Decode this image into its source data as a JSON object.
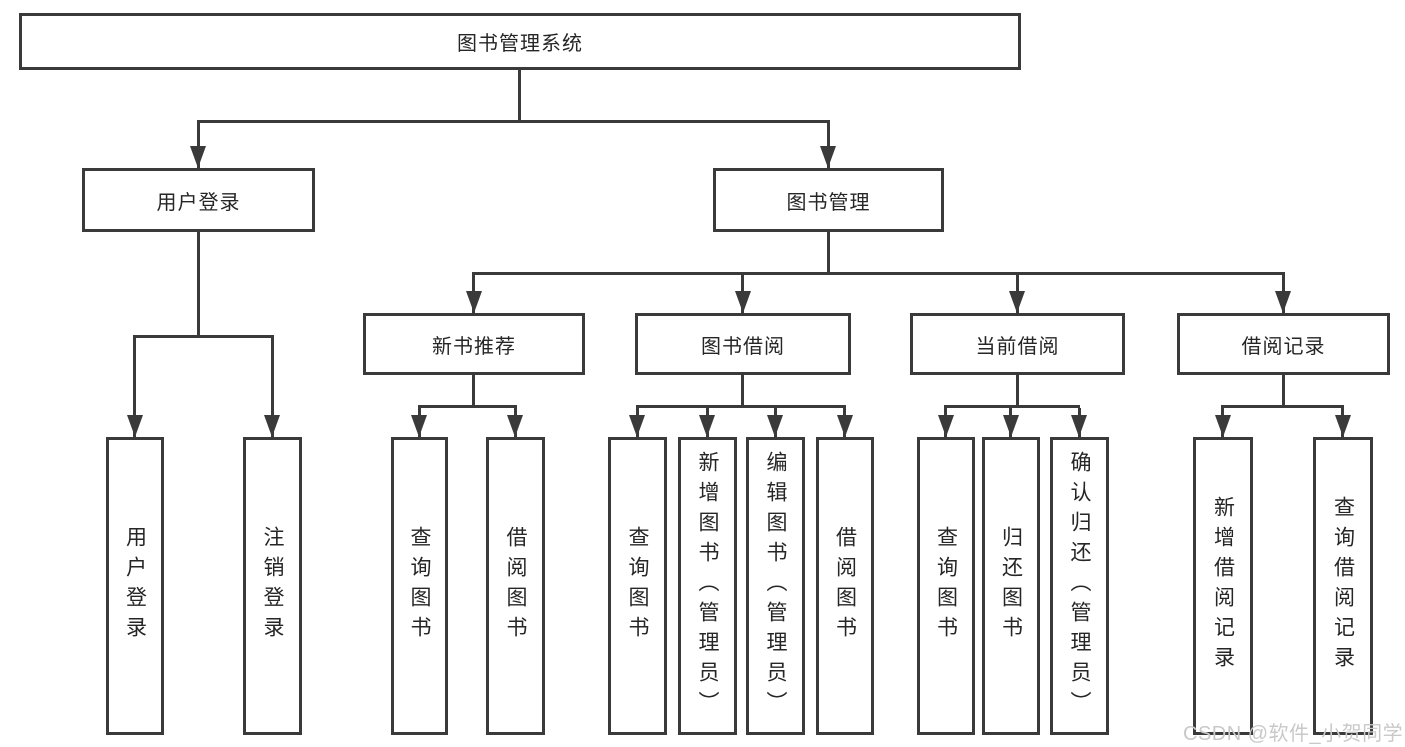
{
  "diagram": {
    "type": "tree",
    "title": "图书管理系统",
    "hierarchy": {
      "root": {
        "label": "图书管理系统",
        "children": [
          "user_login",
          "book_mgmt"
        ]
      },
      "user_login": {
        "label": "用户登录",
        "children": [
          "leaf_user_login",
          "leaf_logout"
        ]
      },
      "book_mgmt": {
        "label": "图书管理",
        "children": [
          "new_book_rec",
          "book_borrow",
          "current_borrow",
          "borrow_record"
        ]
      },
      "new_book_rec": {
        "label": "新书推荐",
        "children": [
          "leaf_rec_query",
          "leaf_rec_borrow"
        ]
      },
      "book_borrow": {
        "label": "图书借阅",
        "children": [
          "leaf_bb_query",
          "leaf_bb_add",
          "leaf_bb_edit",
          "leaf_bb_borrow"
        ]
      },
      "current_borrow": {
        "label": "当前借阅",
        "children": [
          "leaf_cb_query",
          "leaf_cb_return",
          "leaf_cb_confirm"
        ]
      },
      "borrow_record": {
        "label": "借阅记录",
        "children": [
          "leaf_br_add",
          "leaf_br_query"
        ]
      }
    }
  },
  "nodes": {
    "root": {
      "label": "图书管理系统"
    },
    "user_login": {
      "label": "用户登录"
    },
    "book_mgmt": {
      "label": "图书管理"
    },
    "new_book_rec": {
      "label": "新书推荐"
    },
    "book_borrow": {
      "label": "图书借阅"
    },
    "current_borrow": {
      "label": "当前借阅"
    },
    "borrow_record": {
      "label": "借阅记录"
    },
    "leaf_user_login": {
      "label": "用户登录"
    },
    "leaf_logout": {
      "label": "注销登录"
    },
    "leaf_rec_query": {
      "label": "查询图书"
    },
    "leaf_rec_borrow": {
      "label": "借阅图书"
    },
    "leaf_bb_query": {
      "label": "查询图书"
    },
    "leaf_bb_add": {
      "label": "新增图书（管理员）"
    },
    "leaf_bb_edit": {
      "label": "编辑图书（管理员）"
    },
    "leaf_bb_borrow": {
      "label": "借阅图书"
    },
    "leaf_cb_query": {
      "label": "查询图书"
    },
    "leaf_cb_return": {
      "label": "归还图书"
    },
    "leaf_cb_confirm": {
      "label": "确认归还（管理员）"
    },
    "leaf_br_add": {
      "label": "新增借阅记录"
    },
    "leaf_br_query": {
      "label": "查询借阅记录"
    }
  },
  "watermark": {
    "text": "CSDN @软件_小贺同学"
  },
  "colors": {
    "line": "#3a3a3a",
    "text": "#262626",
    "background": "#ffffff",
    "watermark": "#c9c9c9"
  }
}
